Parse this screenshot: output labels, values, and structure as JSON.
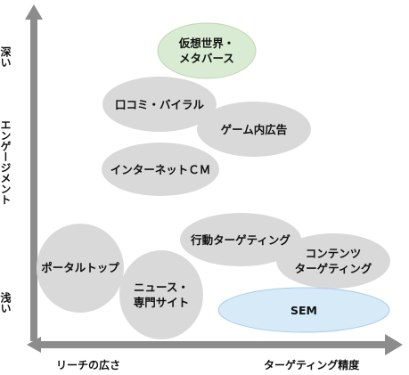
{
  "colors": {
    "axis": "#8c8c8c",
    "gray_ellipse": "#d9d9d9",
    "green_ellipse": "#d9ecd3",
    "blue_ellipse": "#d6eaf8",
    "blue_stroke": "#a9cde8",
    "green_stroke": "#b9d9ae"
  },
  "axis": {
    "y_top": "深い",
    "y_middle": "エンゲージメント",
    "y_bottom": "浅い",
    "x_left": "リーチの広さ",
    "x_right": "ターゲティング精度"
  },
  "nodes": [
    {
      "key": "virtual",
      "lines": [
        "仮想世界・",
        "メタバース"
      ],
      "fill": "green"
    },
    {
      "key": "kuchikomi",
      "lines": [
        "口コミ・バイラル"
      ],
      "fill": "gray"
    },
    {
      "key": "game",
      "lines": [
        "ゲーム内広告"
      ],
      "fill": "gray"
    },
    {
      "key": "internet-cm",
      "lines": [
        "インターネットＣＭ"
      ],
      "fill": "gray"
    },
    {
      "key": "portal",
      "lines": [
        "ポータルトップ"
      ],
      "fill": "gray"
    },
    {
      "key": "news",
      "lines": [
        "ニュース・",
        "専門サイト"
      ],
      "fill": "gray"
    },
    {
      "key": "behavioral",
      "lines": [
        "行動ターゲティング"
      ],
      "fill": "gray"
    },
    {
      "key": "contents",
      "lines": [
        "コンテンツ",
        "ターゲティング"
      ],
      "fill": "gray"
    },
    {
      "key": "sem",
      "lines": [
        "SEM"
      ],
      "fill": "blue"
    }
  ]
}
